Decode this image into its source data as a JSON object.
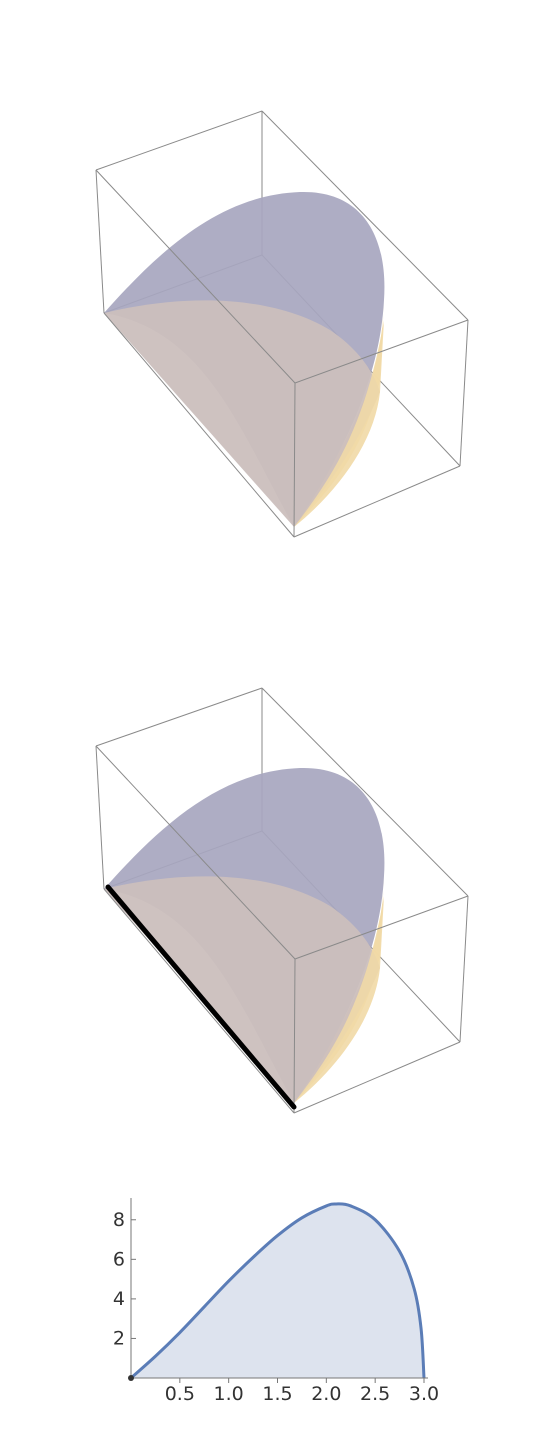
{
  "figures": [
    {
      "id": "surface-plot-1",
      "edge_highlight": false
    },
    {
      "id": "surface-plot-2",
      "edge_highlight": true
    }
  ],
  "colors": {
    "surface_top": "#a7a6bf",
    "surface_front": "#cbbfbd",
    "surface_side": "#f1d9a6",
    "edge_line": "#000000",
    "area_fill": "#dde3ee",
    "area_line": "#5b7db7"
  },
  "chart_data": {
    "type": "area",
    "x_ticks": [
      "0.5",
      "1.0",
      "1.5",
      "2.0",
      "2.5",
      "3.0"
    ],
    "y_ticks": [
      "2",
      "4",
      "6",
      "8"
    ],
    "xlim": [
      0,
      3.0
    ],
    "ylim": [
      0,
      0.9
    ],
    "series": [
      {
        "x": [
          0,
          0.25,
          0.5,
          0.75,
          1.0,
          1.25,
          1.5,
          1.75,
          2.0,
          2.1,
          2.25,
          2.5,
          2.75,
          2.9,
          2.97,
          3.0
        ],
        "y": [
          0,
          0.11,
          0.23,
          0.36,
          0.49,
          0.61,
          0.72,
          0.81,
          0.87,
          0.88,
          0.87,
          0.8,
          0.64,
          0.45,
          0.25,
          0
        ]
      }
    ]
  }
}
